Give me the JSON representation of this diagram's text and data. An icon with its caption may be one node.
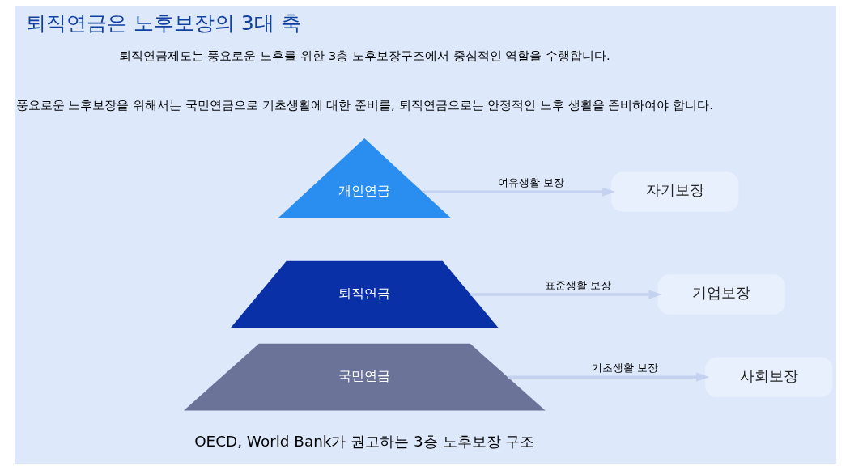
{
  "diagram": {
    "title": "퇴직연금은 노후보장의 3대 축",
    "caption": "OECD, World Bank가 권고하는 3층 노후보장 구조",
    "nodes": [
      {
        "text": [
          "개인연금"
        ]
      },
      {
        "text": [
          "퇴직연금"
        ]
      },
      {
        "text": [
          "국민연금"
        ]
      },
      {
        "text": [
          "자기보장"
        ]
      },
      {
        "text": [
          "기업보장"
        ]
      },
      {
        "text": [
          "사회보장"
        ]
      }
    ],
    "edges": [
      {
        "from": 0,
        "to": 3,
        "arrow": "to",
        "label": "여유생활 보장"
      },
      {
        "from": 1,
        "to": 4,
        "arrow": "to",
        "label": "표준생활 보장"
      },
      {
        "from": 2,
        "to": 5,
        "arrow": "to",
        "label": "기초생활 보장"
      }
    ],
    "labels": [
      "퇴직연금제도는 풍요로운 노후를 위한 3층 노후보장구조에서 중심적인 역할을 수행합니다.",
      "풍요로운 노후보장을 위해서는 국민연금으로 기초생활에 대한 준비를, 퇴직연금으로는 안정적인 노후 생활을 준비하여야 합니다."
    ]
  }
}
